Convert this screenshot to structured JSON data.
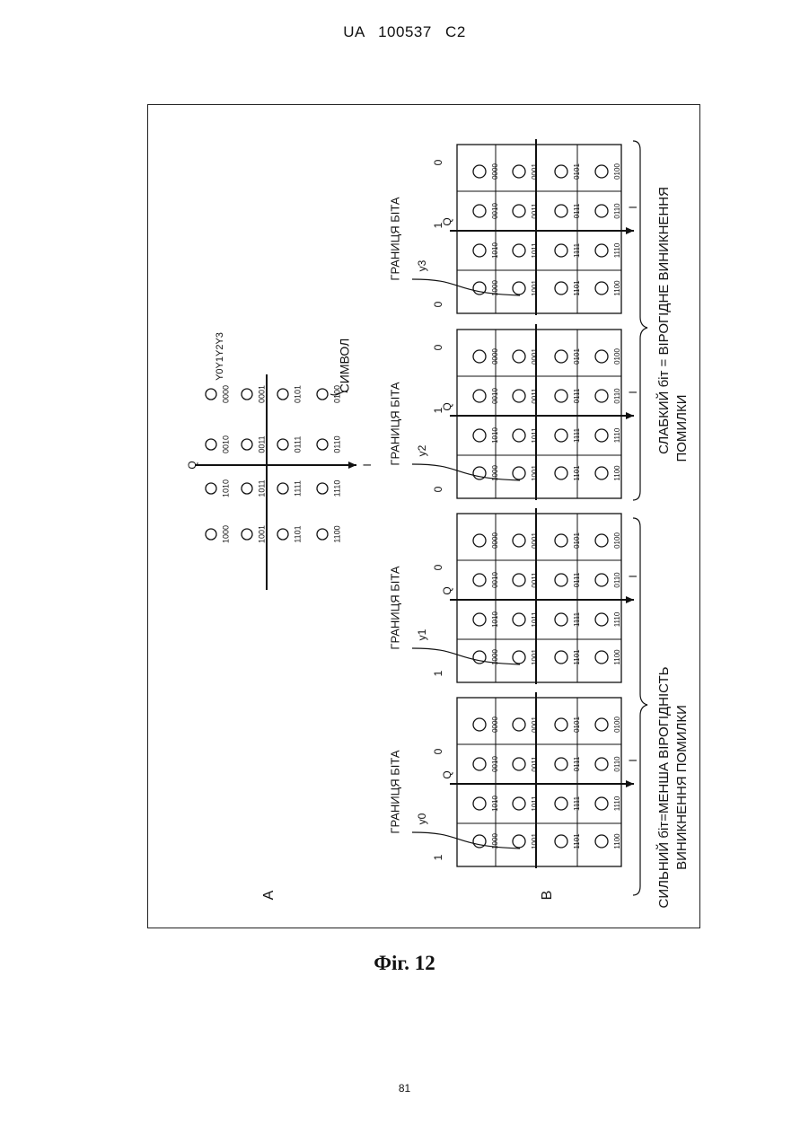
{
  "header": {
    "patent_id": "UA 100537 C2"
  },
  "figure": {
    "panel_a": {
      "label": "А",
      "axis_i": "I",
      "axis_q": "Q",
      "bits_label": "Y0Y1Y2Y3",
      "symbol_label": "СИМВОЛ",
      "constellation_rows": [
        [
          "1000",
          "1010",
          "0010",
          "0000"
        ],
        [
          "1001",
          "1011",
          "0011",
          "0001"
        ],
        [
          "1101",
          "1111",
          "0111",
          "0101"
        ],
        [
          "1100",
          "1110",
          "0110",
          "0100"
        ]
      ]
    },
    "panel_b": {
      "label": "В",
      "axis_i": "I",
      "axis_q": "Q",
      "bit_boundary": "ГРАНИЦЯ БІТА",
      "maps": [
        {
          "bit": "y0",
          "values": [
            "1",
            "0"
          ]
        },
        {
          "bit": "y1",
          "values": [
            "1",
            "0"
          ]
        },
        {
          "bit": "y2",
          "values": [
            "0",
            "1",
            "0"
          ]
        },
        {
          "bit": "y3",
          "values": [
            "0",
            "1",
            "0"
          ]
        }
      ],
      "strong_note": [
        "СИЛЬНИЙ біт=МЕНША ВІРОГІДНІСТЬ",
        "ВИНИКНЕННЯ ПОМИЛКИ"
      ],
      "weak_note": [
        "СЛАБКИЙ біт = ВІРОГІДНЕ ВИНИКНЕННЯ",
        "ПОМИЛКИ"
      ]
    }
  },
  "caption": "Фіг. 12",
  "page_number": "81"
}
